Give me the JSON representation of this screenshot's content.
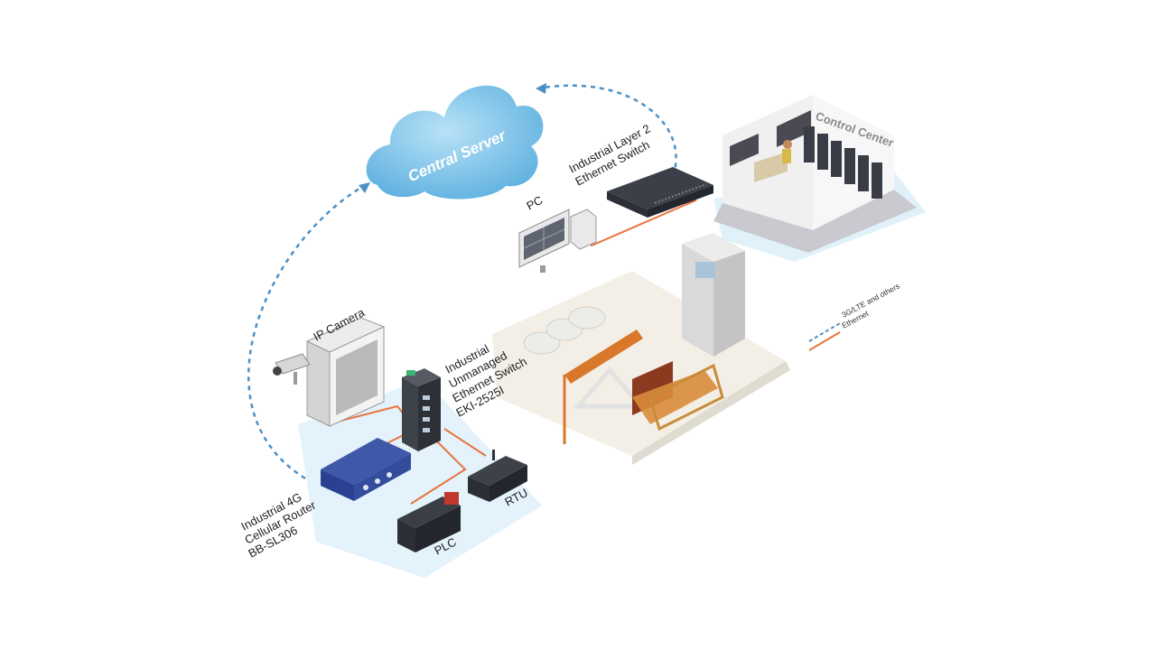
{
  "cloud": {
    "label": "Central Server"
  },
  "control_center": {
    "label": "Control Center"
  },
  "devices": {
    "l2_switch": {
      "line1": "Industrial Layer 2",
      "line2": "Ethernet Switch"
    },
    "pc": {
      "label": "PC"
    },
    "ip_camera": {
      "label": "IP Camera"
    },
    "unmanaged_switch": {
      "line1": "Industrial",
      "line2": "Unmanaged",
      "line3": "Ethernet Switch",
      "line4": "EKI-2525I"
    },
    "cellular_router": {
      "line1": "Industrial 4G",
      "line2": "Cellular Router",
      "line3": "BB-SL306"
    },
    "plc": {
      "label": "PLC"
    },
    "rtu": {
      "label": "RTU"
    }
  },
  "legend": {
    "items": [
      {
        "label": "3G/LTE and others",
        "style": "dashed",
        "color": "#4a90c8"
      },
      {
        "label": "Ethernet",
        "style": "solid",
        "color": "#e8743b"
      }
    ]
  },
  "colors": {
    "cellular_link": "#4a90c8",
    "ethernet_link": "#e8743b",
    "cloud": "#7cc3ea",
    "zone_tint": "#d9eef9"
  }
}
